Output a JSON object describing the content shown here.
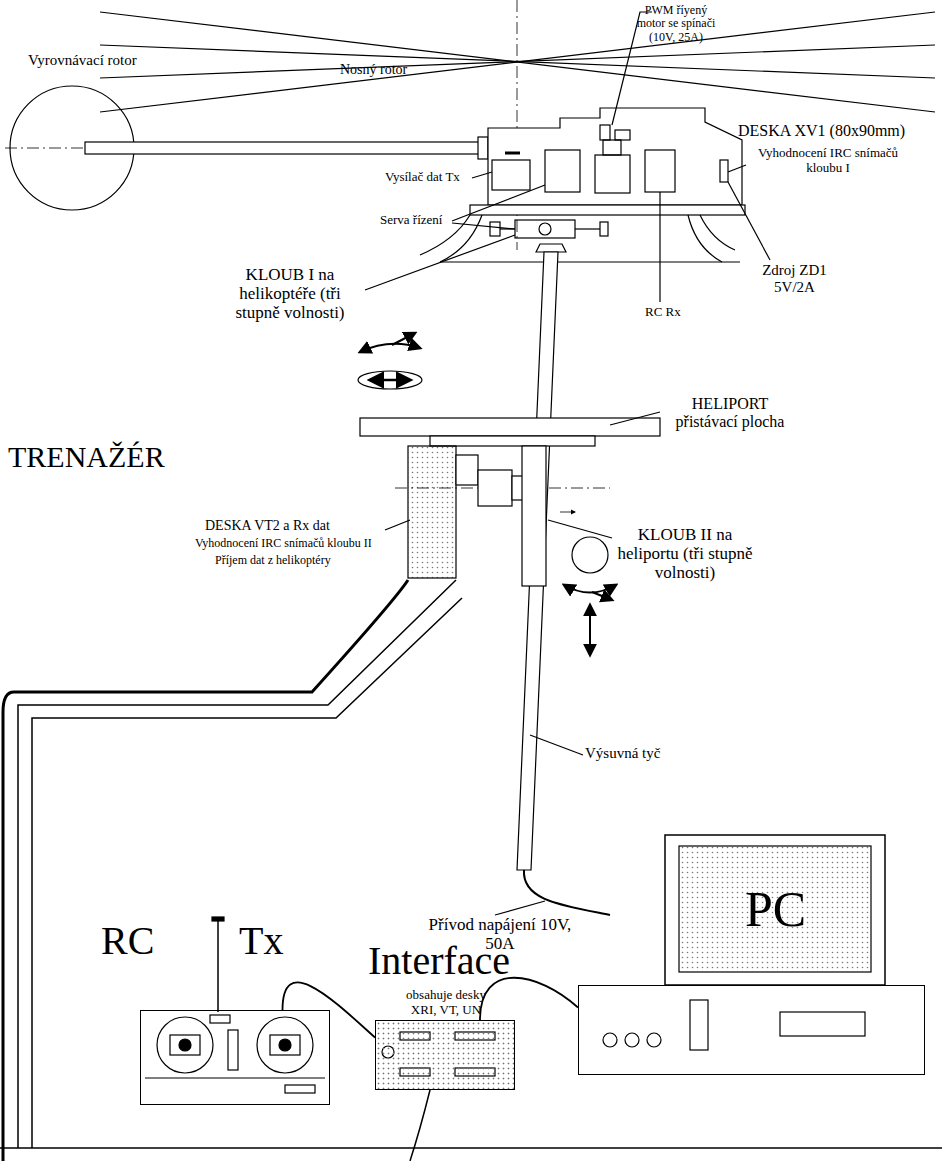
{
  "diagram": {
    "nodes": [
      {
        "text": [
          "RC",
          "Tx"
        ]
      },
      {
        "text": [
          "Interface",
          "obsahuje desky XRI, VT, UN"
        ]
      },
      {
        "text": [
          "PC"
        ]
      }
    ],
    "edges": [
      {
        "from": 0,
        "to": 1,
        "arrow": "none"
      },
      {
        "from": 1,
        "to": 2,
        "arrow": "none"
      }
    ],
    "labels": [
      "Vyrovnávací rotor",
      "Nosný rotor",
      "PWM říyený motor se spínači (10V, 25A)",
      "DESKA XV1 (80x90mm)",
      "Vysílač dat Tx",
      "Vyhodnocení IRC snímačů kloubu I",
      "Serva řízení",
      "Zdroj ZD1 5V/2A",
      "KLOUB I na helikoptéře (tři stupně volnosti)",
      "RC Rx",
      "HELIPORT přistávací plocha",
      "TRENAŽÉR",
      "DESKA VT2 a Rx dat",
      "Vyhodnocení IRC snímačů kloubu II",
      "Příjem dat z helikoptéry",
      "KLOUB II na heliportu (tři stupně volnosti)",
      "Výsuvná tyč",
      "Přívod napájení 10V, 50A"
    ]
  }
}
